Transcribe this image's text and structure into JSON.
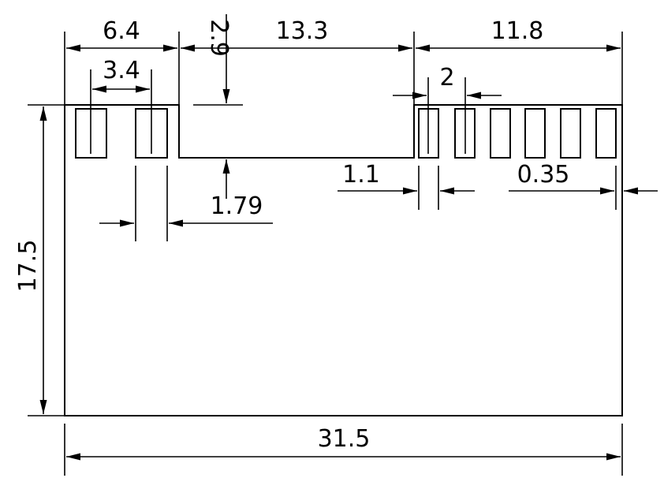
{
  "dimensions": {
    "left_pad_group_width": "6.4",
    "left_pad_pitch": "3.4",
    "notch_depth": "2.9",
    "notch_width": "13.3",
    "right_pad_group_width": "11.8",
    "right_pad_pitch": "2",
    "notch_bottom_offset": "1.79",
    "right_pad_width": "1.1",
    "edge_clearance": "0.35",
    "board_height": "17.5",
    "board_width": "31.5"
  },
  "colors": {
    "line": "#000000",
    "background": "#ffffff"
  }
}
